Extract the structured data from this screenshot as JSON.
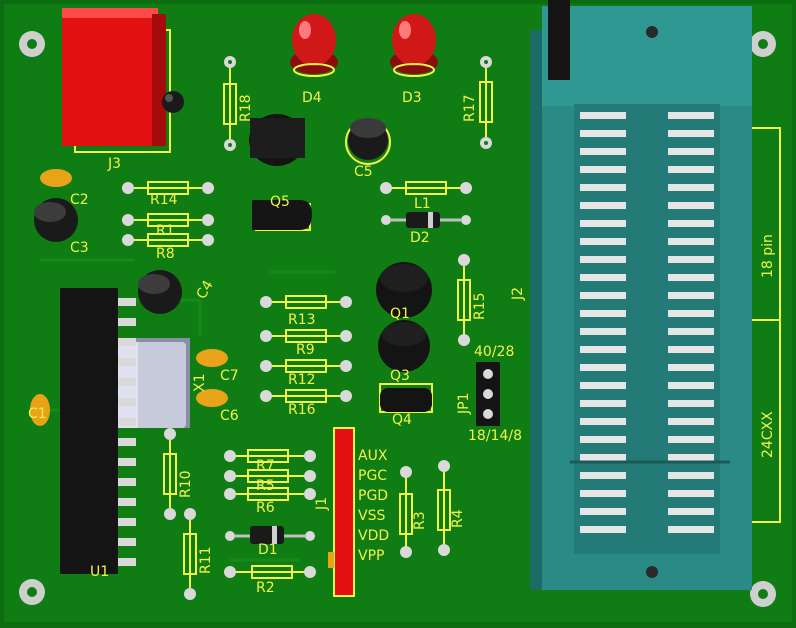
{
  "board": {
    "colors": {
      "board": "#0e7a12",
      "board_edge": "#0a5f0d",
      "silkscreen": "#f2f24a",
      "pad": "#d9d9d9",
      "socket": "#2a8a86",
      "relay": "#e01212",
      "led": "#d11818",
      "capacitor_smd": "#e8a318",
      "ic": "#141414"
    },
    "labels": {
      "d4": "D4",
      "d3": "D3",
      "j3": "J3",
      "r18": "R18",
      "r17": "R17",
      "c2": "C2",
      "c3": "C3",
      "c5": "C5",
      "r14": "R14",
      "r1": "R1",
      "r8": "R8",
      "q5": "Q5",
      "l1": "L1",
      "d2": "D2",
      "c4": "C4",
      "r13": "R13",
      "q1": "Q1",
      "r15": "R15",
      "j2": "J2",
      "r9": "R9",
      "c7": "C7",
      "x1": "X1",
      "r12": "R12",
      "q3": "Q3",
      "c6": "C6",
      "r16": "R16",
      "q4": "Q4",
      "jp1": "JP1",
      "pin_top": "40/28",
      "pin_bottom": "18/14/8",
      "r7": "R7",
      "r5": "R5",
      "r6": "R6",
      "r10": "R10",
      "r11": "R11",
      "d1": "D1",
      "r2": "R2",
      "r3": "R3",
      "r4": "R4",
      "j1": "J1",
      "c1": "C1",
      "u1": "U1",
      "pin18": "18 pin",
      "eeprom": "24CXX"
    },
    "connector_j1_pins": [
      "AUX",
      "PGC",
      "PGD",
      "VSS",
      "VDD",
      "VPP"
    ]
  }
}
